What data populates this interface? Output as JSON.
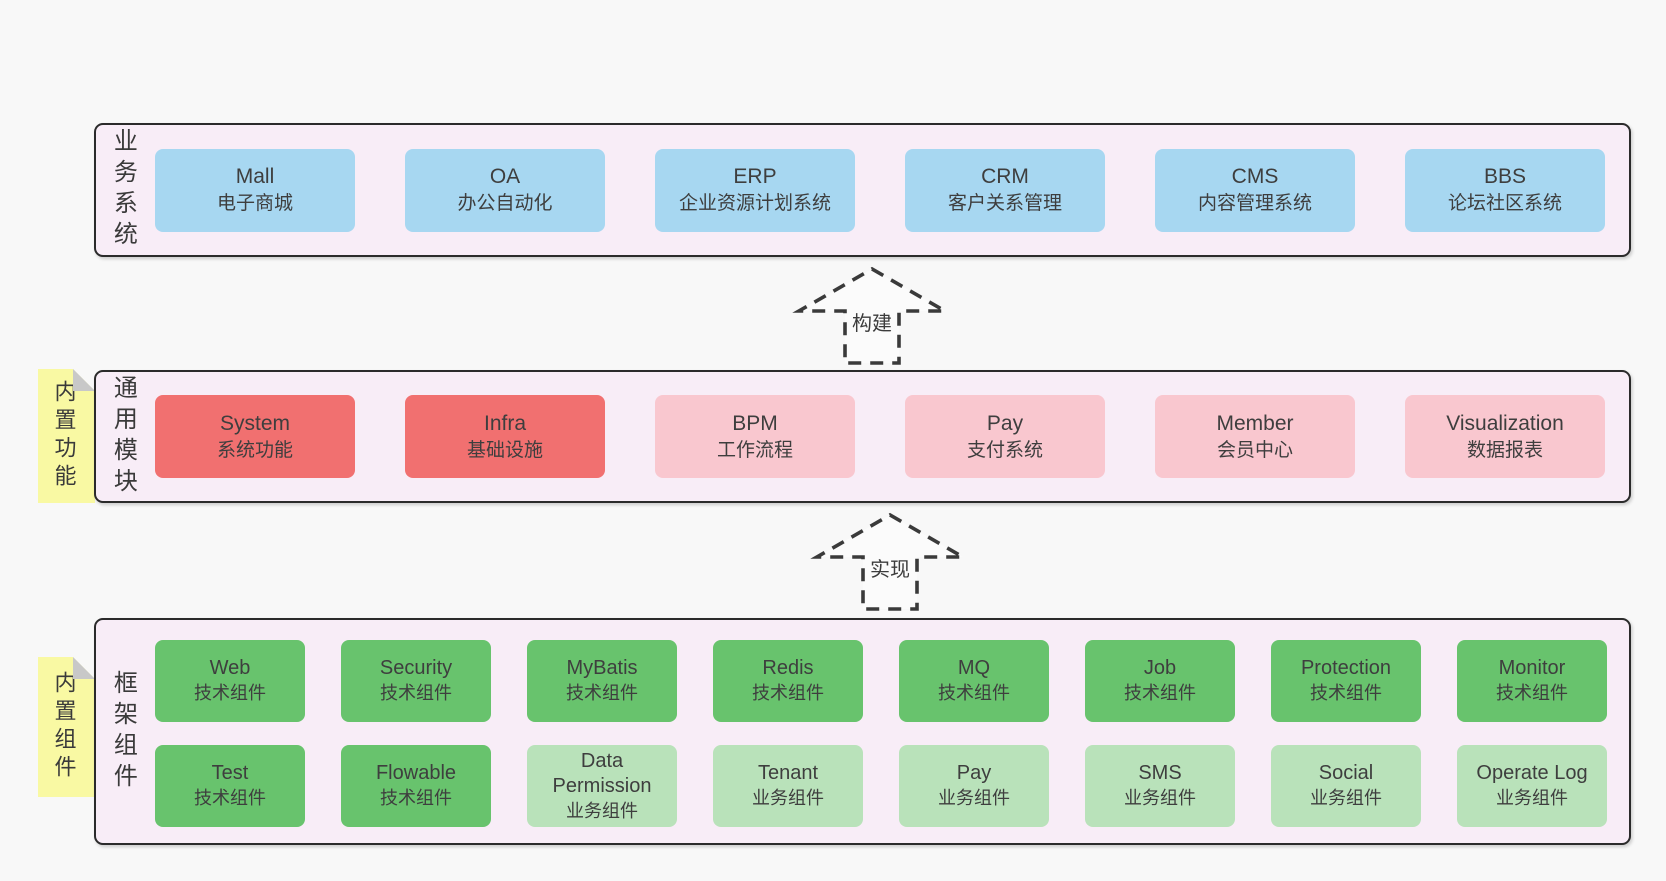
{
  "palette": {
    "page_background": "#f8f8f8",
    "panel_background": "#f8edf7",
    "panel_border": "#2b2b2b",
    "blue_box": "#a7d7f1",
    "red_box": "#f17070",
    "pink_box": "#f9c7cf",
    "green_box": "#68c36d",
    "light_green_box": "#b9e2ba",
    "note_background": "#f9f9a3",
    "note_fold": "#c8c8c8",
    "text": "#3b3b3b"
  },
  "arrows": {
    "build": {
      "label": "构建"
    },
    "implement": {
      "label": "实现"
    }
  },
  "sections": {
    "business": {
      "label": "业务系统",
      "boxes": [
        {
          "title": "Mall",
          "subtitle": "电子商城"
        },
        {
          "title": "OA",
          "subtitle": "办公自动化"
        },
        {
          "title": "ERP",
          "subtitle": "企业资源计划系统"
        },
        {
          "title": "CRM",
          "subtitle": "客户关系管理"
        },
        {
          "title": "CMS",
          "subtitle": "内容管理系统"
        },
        {
          "title": "BBS",
          "subtitle": "论坛社区系统"
        }
      ]
    },
    "modules": {
      "label": "通用模块",
      "note": "内置功能",
      "boxes": [
        {
          "title": "System",
          "subtitle": "系统功能"
        },
        {
          "title": "Infra",
          "subtitle": "基础设施"
        },
        {
          "title": "BPM",
          "subtitle": "工作流程"
        },
        {
          "title": "Pay",
          "subtitle": "支付系统"
        },
        {
          "title": "Member",
          "subtitle": "会员中心"
        },
        {
          "title": "Visualization",
          "subtitle": "数据报表"
        }
      ]
    },
    "components": {
      "label": "框架组件",
      "note": "内置组件",
      "row1": [
        {
          "title": "Web",
          "subtitle": "技术组件"
        },
        {
          "title": "Security",
          "subtitle": "技术组件"
        },
        {
          "title": "MyBatis",
          "subtitle": "技术组件"
        },
        {
          "title": "Redis",
          "subtitle": "技术组件"
        },
        {
          "title": "MQ",
          "subtitle": "技术组件"
        },
        {
          "title": "Job",
          "subtitle": "技术组件"
        },
        {
          "title": "Protection",
          "subtitle": "技术组件"
        },
        {
          "title": "Monitor",
          "subtitle": "技术组件"
        }
      ],
      "row2": [
        {
          "title": "Test",
          "subtitle": "技术组件"
        },
        {
          "title": "Flowable",
          "subtitle": "技术组件"
        },
        {
          "title": "Data Permission",
          "subtitle": "业务组件"
        },
        {
          "title": "Tenant",
          "subtitle": "业务组件"
        },
        {
          "title": "Pay",
          "subtitle": "业务组件"
        },
        {
          "title": "SMS",
          "subtitle": "业务组件"
        },
        {
          "title": "Social",
          "subtitle": "业务组件"
        },
        {
          "title": "Operate Log",
          "subtitle": "业务组件"
        }
      ]
    }
  }
}
